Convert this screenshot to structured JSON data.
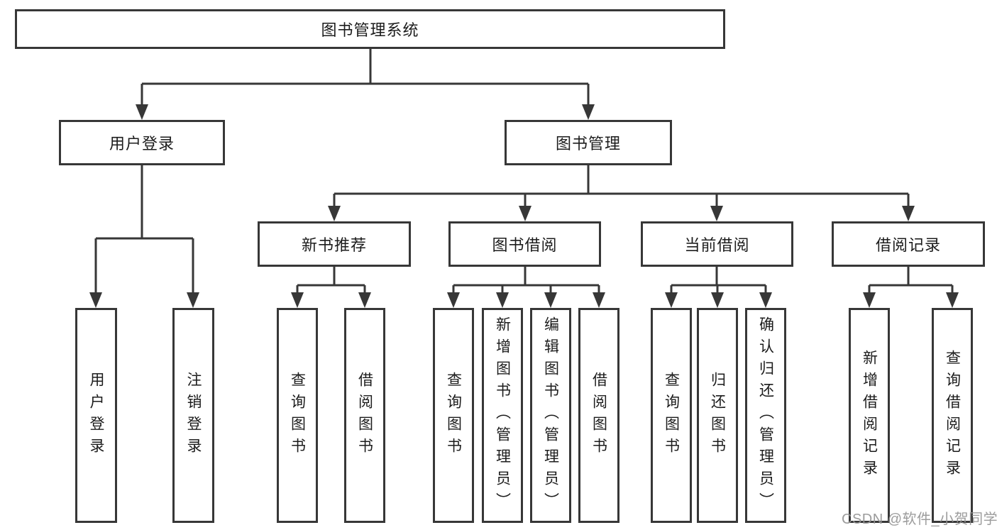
{
  "diagram": {
    "title_node": "图书管理系统",
    "level2": {
      "user_login": "用户登录",
      "book_management": "图书管理"
    },
    "level3": {
      "new_book_recommend": "新书推荐",
      "book_borrow": "图书借阅",
      "current_borrow": "当前借阅",
      "borrow_record": "借阅记录"
    },
    "leaves": {
      "user_login": [
        "用户登录",
        "注销登录"
      ],
      "new_book_recommend": [
        "查询图书",
        "借阅图书"
      ],
      "book_borrow": [
        "查询图书",
        "新增图书（管理员）",
        "编辑图书（管理员）",
        "借阅图书"
      ],
      "current_borrow": [
        "查询图书",
        "归还图书",
        "确认归还（管理员）"
      ],
      "borrow_record": [
        "新增借阅记录",
        "查询借阅记录"
      ]
    }
  },
  "watermark": "CSDN @软件_小贺同学",
  "colors": {
    "line": "#373737",
    "text": "#1c1c1c",
    "watermark": "#949494",
    "background": "#ffffff"
  }
}
